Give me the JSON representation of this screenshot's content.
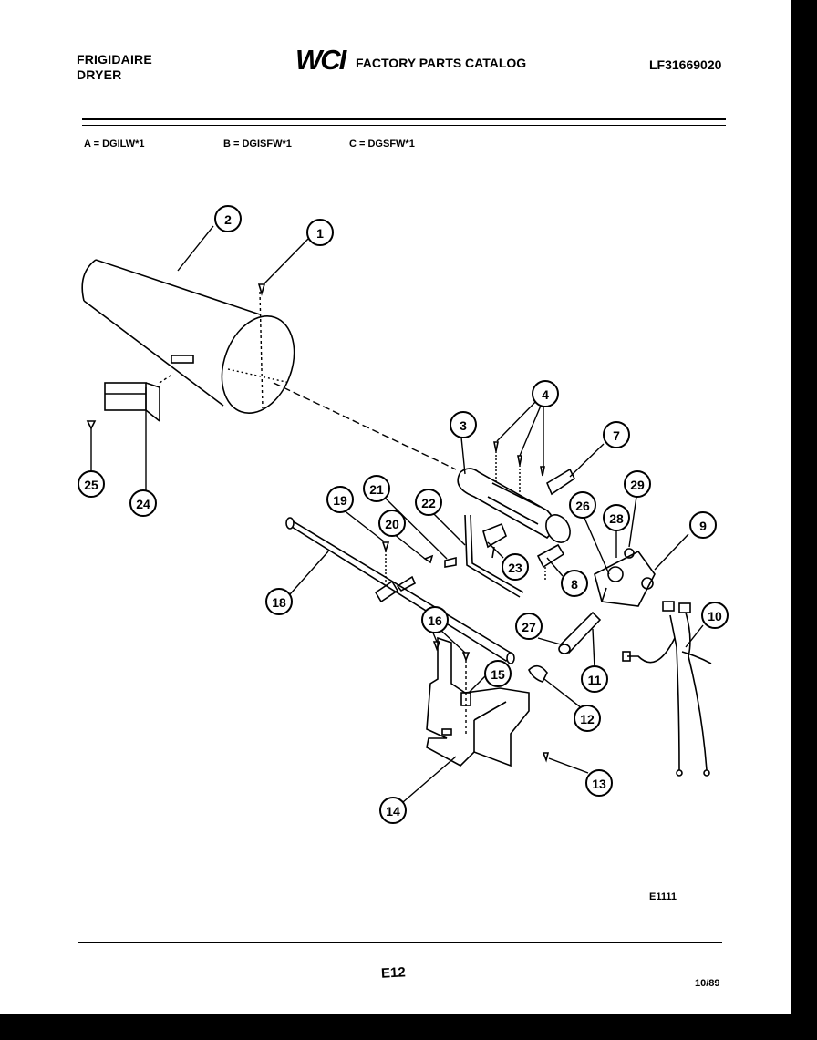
{
  "header": {
    "brand_line1": "FRIGIDAIRE",
    "brand_line2": "DRYER",
    "logo_text": "WCI",
    "catalog_title": "FACTORY PARTS CATALOG",
    "catalog_number": "LF31669020"
  },
  "models": {
    "a": "A = DGILW*1",
    "b": "B = DGISFW*1",
    "c": "C = DGSFW*1"
  },
  "diagram": {
    "figure_code": "E1111",
    "callouts": [
      "1",
      "2",
      "3",
      "4",
      "7",
      "8",
      "9",
      "10",
      "11",
      "12",
      "13",
      "14",
      "15",
      "16",
      "18",
      "19",
      "20",
      "21",
      "22",
      "23",
      "24",
      "25",
      "26",
      "27",
      "28",
      "29"
    ]
  },
  "footer": {
    "page_label": "E12",
    "date": "10/89"
  }
}
